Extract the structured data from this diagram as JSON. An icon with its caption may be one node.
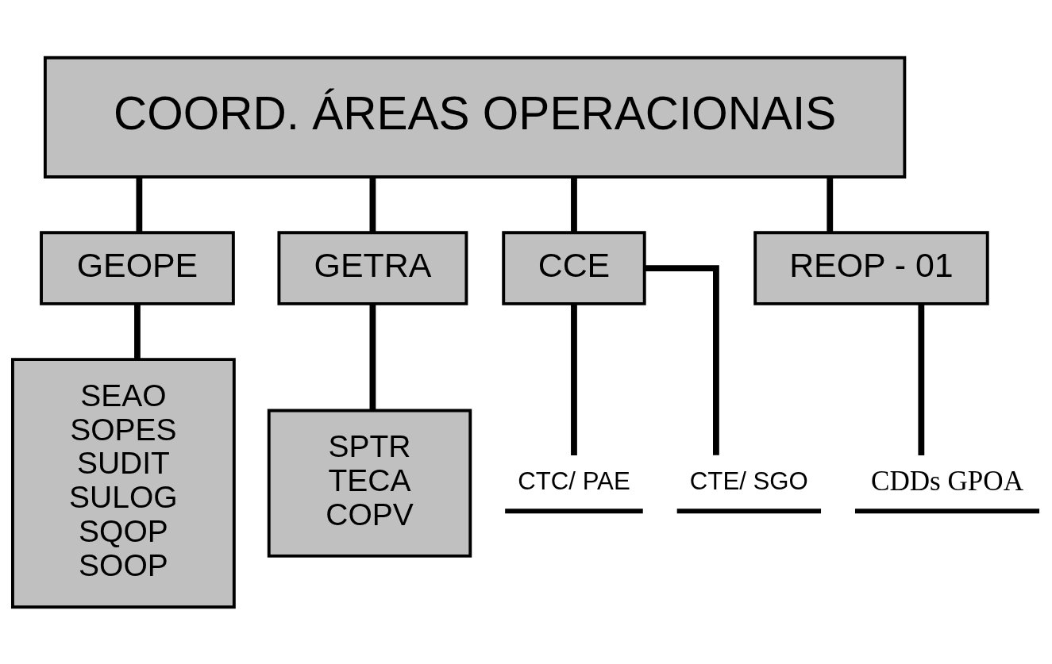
{
  "diagram": {
    "nodes": [
      {
        "text": [
          "COORD. ÁREAS OPERACIONAIS"
        ]
      },
      {
        "text": [
          "GEOPE"
        ]
      },
      {
        "text": [
          "GETRA"
        ]
      },
      {
        "text": [
          "CCE"
        ]
      },
      {
        "text": [
          "REOP - 01"
        ]
      },
      {
        "text": [
          "SEAO",
          "SOPES",
          "SUDIT",
          "SULOG",
          "SQOP",
          "SOOP"
        ]
      },
      {
        "text": [
          "SPTR",
          "TECA",
          "COPV"
        ]
      },
      {
        "text": [
          "CTC/ PAE"
        ]
      },
      {
        "text": [
          "CTE/ SGO"
        ]
      },
      {
        "text": [
          "CDDs GPOA"
        ]
      }
    ],
    "edges": [
      {
        "from": 0,
        "to": 1,
        "arrow": "none"
      },
      {
        "from": 0,
        "to": 2,
        "arrow": "none"
      },
      {
        "from": 0,
        "to": 3,
        "arrow": "none"
      },
      {
        "from": 0,
        "to": 4,
        "arrow": "none"
      },
      {
        "from": 1,
        "to": 5,
        "arrow": "none"
      },
      {
        "from": 2,
        "to": 6,
        "arrow": "none"
      },
      {
        "from": 3,
        "to": 7,
        "arrow": "none"
      },
      {
        "from": 3,
        "to": 8,
        "arrow": "none"
      },
      {
        "from": 4,
        "to": 9,
        "arrow": "none"
      }
    ]
  }
}
